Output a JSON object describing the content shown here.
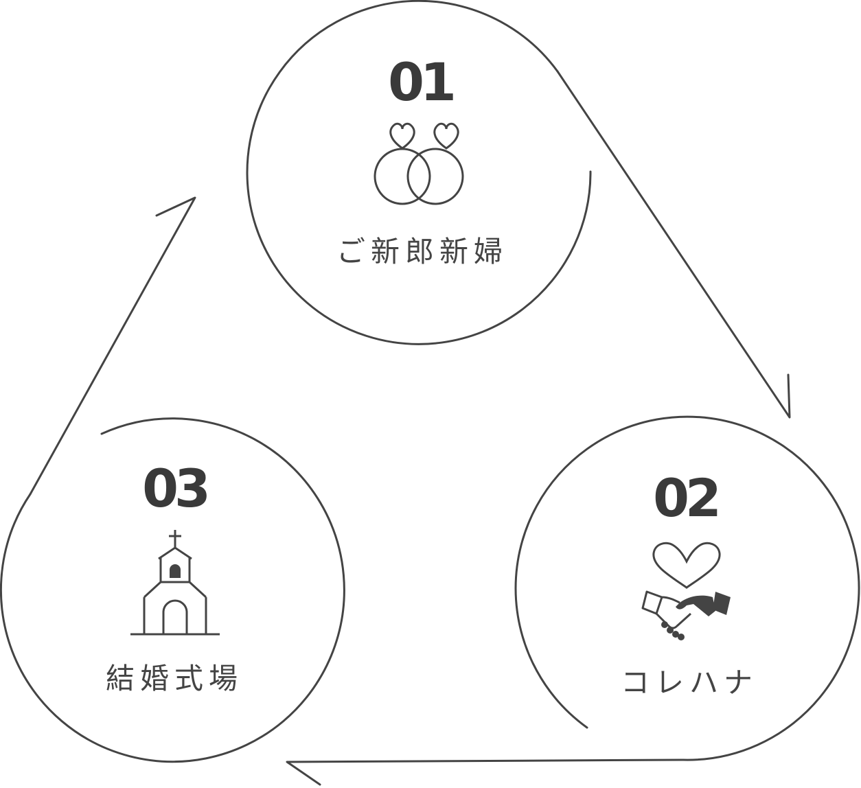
{
  "steps": [
    {
      "number": "01",
      "label": "ご新郎新婦",
      "icon": "wedding-rings-icon"
    },
    {
      "number": "02",
      "label": "コレハナ",
      "icon": "handshake-heart-icon"
    },
    {
      "number": "03",
      "label": "結婚式場",
      "icon": "chapel-icon"
    }
  ],
  "colors": {
    "stroke": "#444444",
    "number": "#3a3a3a",
    "label": "#444444",
    "background": "#ffffff"
  }
}
